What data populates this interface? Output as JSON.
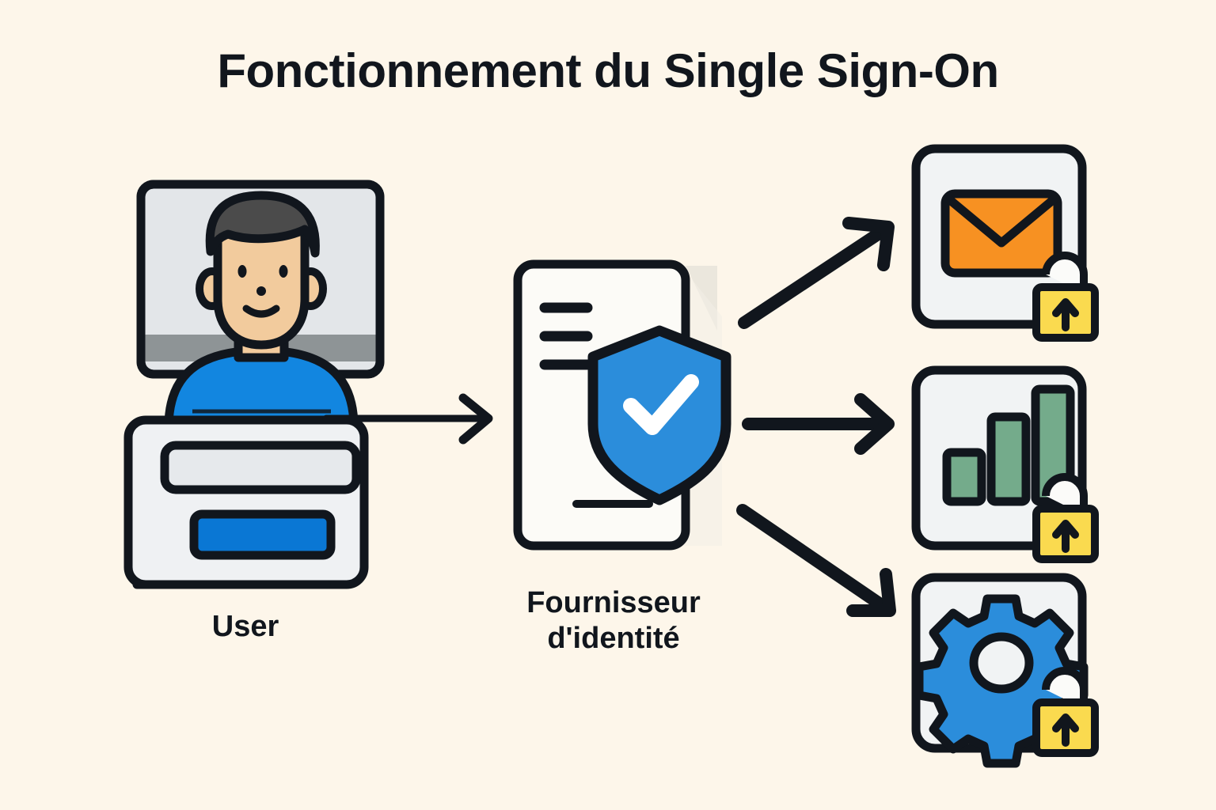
{
  "title": "Fonctionnement du Single Sign-On",
  "background_color": "#FDF6EA",
  "ink_color": "#11161d",
  "nodes": {
    "user": {
      "label": "User",
      "icon": "person-at-monitor-icon",
      "monitor": {
        "screen_color": "#e3e6e9",
        "base_color": "#8e9496"
      },
      "person": {
        "hair_color": "#4b4b4b",
        "skin_color": "#f2cb9d",
        "shirt_color": "#1286e0"
      },
      "login_form": {
        "panel_color": "#eff1f3",
        "input_placeholder": "",
        "input_value": "",
        "input_fill": "#e6e9ec",
        "submit_label": "",
        "submit_color": "#0a77d4"
      }
    },
    "identity_provider": {
      "label": "Fournisseur\nd'identité",
      "icon": "document-with-shield-icon",
      "document_color": "#fcfbf7",
      "shield_color": "#2b8ddb",
      "check_color": "#ffffff",
      "text_lines": 3,
      "footer_lines": 1
    },
    "applications": [
      {
        "name": "email-app",
        "icon": "envelope-icon",
        "icon_color": "#f79122",
        "card_color": "#f1f3f4",
        "lock": {
          "icon": "padlock-up-arrow-icon",
          "body_color": "#fada4f",
          "shackle_color": "#fbfbf9"
        }
      },
      {
        "name": "analytics-app",
        "icon": "bar-chart-icon",
        "icon_color": "#74ab8b",
        "card_color": "#f1f3f4",
        "bars": [
          0.38,
          0.68,
          1.0
        ],
        "lock": {
          "icon": "padlock-up-arrow-icon",
          "body_color": "#fada4f",
          "shackle_color": "#fbfbf9"
        }
      },
      {
        "name": "settings-app",
        "icon": "gear-icon",
        "icon_color": "#2b8ddb",
        "card_color": "#f1f3f4",
        "lock": {
          "icon": "padlock-up-arrow-icon",
          "body_color": "#fada4f",
          "shackle_color": "#fbfbf9"
        }
      }
    ]
  },
  "connections": [
    {
      "name": "user-to-idp",
      "icon": "arrow-right-icon",
      "from": "user",
      "to": "identity_provider",
      "style": "thin"
    },
    {
      "name": "idp-to-email",
      "icon": "arrow-up-right-icon",
      "from": "identity_provider",
      "to": "email-app",
      "style": "thick"
    },
    {
      "name": "idp-to-analytics",
      "icon": "arrow-right-icon",
      "from": "identity_provider",
      "to": "analytics-app",
      "style": "thick"
    },
    {
      "name": "idp-to-settings",
      "icon": "arrow-down-right-icon",
      "from": "identity_provider",
      "to": "settings-app",
      "style": "thick"
    }
  ]
}
